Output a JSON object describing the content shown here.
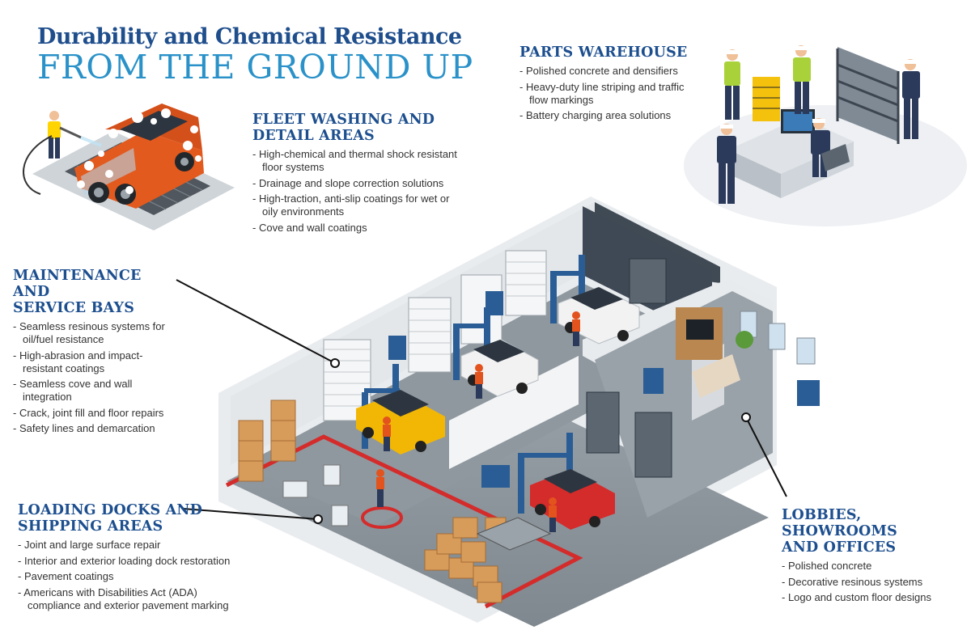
{
  "title": {
    "line1": "Durability and Chemical Resistance",
    "line2": "FROM THE GROUND UP"
  },
  "sections": {
    "fleet": {
      "heading_line1": "FLEET WASHING AND",
      "heading_line2": "DETAIL AREAS",
      "items": [
        "High-chemical and thermal shock resistant floor systems",
        "Drainage and slope correction solutions",
        "High-traction, anti-slip coatings for wet or oily environments",
        "Cove and wall coatings"
      ]
    },
    "parts": {
      "heading_line1": "PARTS WAREHOUSE",
      "items": [
        "Polished concrete and densifiers",
        "Heavy-duty line striping and traffic flow markings",
        "Battery charging area solutions"
      ]
    },
    "maintenance": {
      "heading_line1": "MAINTENANCE AND",
      "heading_line2": "SERVICE BAYS",
      "items": [
        "Seamless resinous systems for oil/fuel resistance",
        "High-abrasion and impact-resistant coatings",
        "Seamless cove and wall integration",
        "Crack, joint fill and floor repairs",
        "Safety lines and demarcation"
      ]
    },
    "loading": {
      "heading_line1": "LOADING DOCKS AND",
      "heading_line2": "SHIPPING AREAS",
      "items": [
        "Joint and large surface repair",
        "Interior and exterior loading dock restoration",
        "Pavement coatings",
        "Americans with Disabilities Act (ADA) compliance and exterior pavement marking"
      ]
    },
    "lobbies": {
      "heading_line1": "LOBBIES, SHOWROOMS",
      "heading_line2": "AND OFFICES",
      "items": [
        "Polished concrete",
        "Decorative resinous systems",
        "Logo and custom floor designs"
      ]
    }
  },
  "colors": {
    "heading": "#1d4f8f",
    "title_light": "#2a92c9",
    "floor": "#8f989f",
    "wall_light": "#e4e7ea",
    "wall_dark": "#404a55",
    "lift_blue": "#2a5d95",
    "car_yellow": "#f2b705",
    "car_red": "#d42b2b",
    "car_white": "#f2f2f2",
    "safety_line": "#d42b2b",
    "crate": "#d89c5a"
  }
}
